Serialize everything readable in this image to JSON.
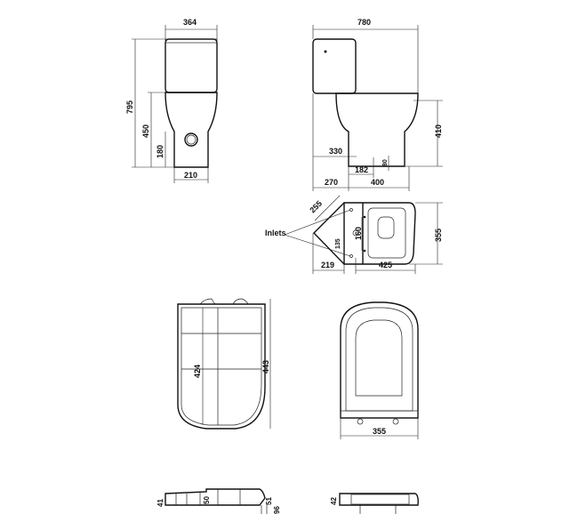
{
  "front_view": {
    "width": "364",
    "height": "795",
    "bowl_height": "450",
    "outlet_height": "180",
    "pedestal_width": "210"
  },
  "side_view": {
    "depth": "780",
    "bowl_height": "410",
    "outlet_offset": "330",
    "waste_offset": "182",
    "waste_height": "80",
    "back_offset": "270",
    "pedestal_depth": "400"
  },
  "plan_view": {
    "diagonal": "255",
    "inlets_label": "Inlets",
    "inlet_spacing": "135",
    "fixing_spacing": "160",
    "width": "355",
    "corner_offset": "219",
    "bowl_length": "425"
  },
  "seat_top": {
    "inner_length": "424",
    "outer_length": "443"
  },
  "seat_underside": {
    "width": "355"
  },
  "seat_side": {
    "front_height": "41",
    "mid_height": "50",
    "hinge_height": "51",
    "total_height": "96"
  },
  "seat_front": {
    "height": "42"
  }
}
